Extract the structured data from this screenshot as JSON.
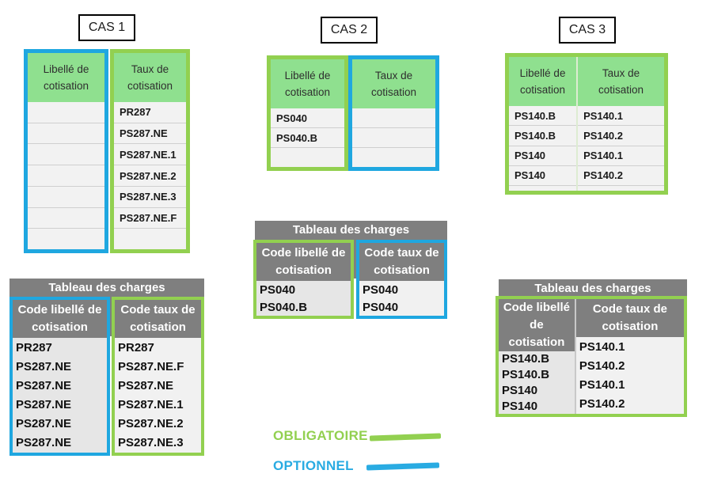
{
  "colors": {
    "mandatory_green": "#92D050",
    "optional_blue": "#1FA7E0",
    "legend_blue": "#29ABE2",
    "header_green": "#8FE08F",
    "band_gray": "#7F7F7F"
  },
  "cases": [
    {
      "label": "CAS 1",
      "top_table": {
        "columns": [
          {
            "header": "Libellé de cotisation",
            "requirement": "optionnel",
            "rows": [
              "",
              "",
              "",
              "",
              "",
              "",
              ""
            ]
          },
          {
            "header": "Taux de cotisation",
            "requirement": "obligatoire",
            "rows": [
              "PR287",
              "PS287.NE",
              "PS287.NE.1",
              "PS287.NE.2",
              "PS287.NE.3",
              "PS287.NE.F",
              ""
            ]
          }
        ]
      },
      "charges": {
        "title": "Tableau des charges",
        "columns": [
          {
            "header": "Code libellé de cotisation",
            "requirement": "optionnel",
            "rows": [
              "PR287",
              "PS287.NE",
              "PS287.NE",
              "PS287.NE",
              "PS287.NE",
              "PS287.NE"
            ]
          },
          {
            "header": "Code taux de cotisation",
            "requirement": "obligatoire",
            "rows": [
              "PR287",
              "PS287.NE.F",
              "PS287.NE",
              "PS287.NE.1",
              "PS287.NE.2",
              "PS287.NE.3"
            ]
          }
        ]
      }
    },
    {
      "label": "CAS 2",
      "top_table": {
        "columns": [
          {
            "header": "Libellé de cotisation",
            "requirement": "obligatoire",
            "rows": [
              "PS040",
              "PS040.B",
              ""
            ]
          },
          {
            "header": "Taux de cotisation",
            "requirement": "optionnel",
            "rows": [
              "",
              "",
              ""
            ]
          }
        ]
      },
      "charges": {
        "title": "Tableau des charges",
        "columns": [
          {
            "header": "Code libellé de cotisation",
            "requirement": "obligatoire",
            "rows": [
              "PS040",
              "PS040.B"
            ]
          },
          {
            "header": "Code taux de cotisation",
            "requirement": "optionnel",
            "rows": [
              "PS040",
              "PS040"
            ]
          }
        ]
      }
    },
    {
      "label": "CAS 3",
      "top_table": {
        "columns": [
          {
            "header": "Libellé de cotisation",
            "requirement": "obligatoire",
            "rows": [
              "PS140.B",
              "PS140.B",
              "PS140",
              "PS140"
            ]
          },
          {
            "header": "Taux de cotisation",
            "requirement": "obligatoire",
            "rows": [
              "PS140.1",
              "PS140.2",
              "PS140.1",
              "PS140.2"
            ]
          }
        ]
      },
      "charges": {
        "title": "Tableau des charges",
        "columns": [
          {
            "header": "Code libellé de cotisation",
            "requirement": "obligatoire",
            "rows": [
              "PS140.B",
              "PS140.B",
              "PS140",
              "PS140"
            ]
          },
          {
            "header": "Code taux de cotisation",
            "requirement": "obligatoire",
            "rows": [
              "PS140.1",
              "PS140.2",
              "PS140.1",
              "PS140.2"
            ]
          }
        ]
      }
    }
  ],
  "legend": {
    "items": [
      {
        "label": "OBLIGATOIRE",
        "color": "#92D050"
      },
      {
        "label": "OPTIONNEL",
        "color": "#29ABE2"
      }
    ]
  }
}
